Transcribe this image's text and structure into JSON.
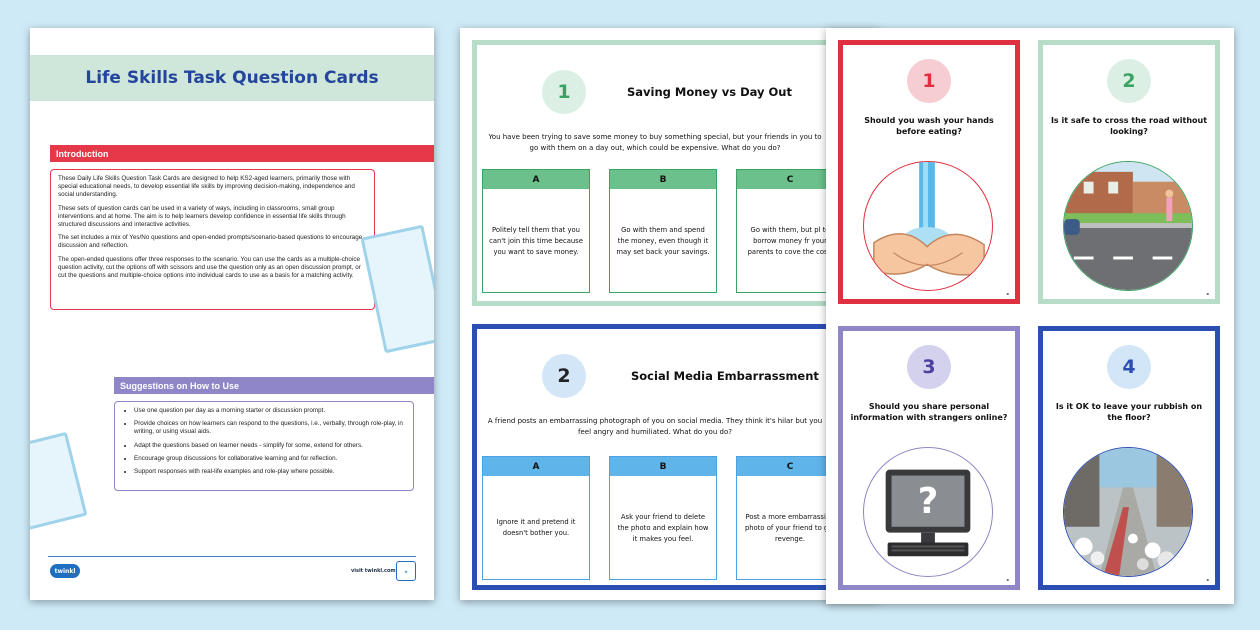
{
  "doc": {
    "title": "Life Skills Task Question Cards",
    "intro_heading": "Introduction",
    "intro_paragraphs": [
      "These Daily Life Skills Question Task Cards are designed to help KS2-aged learners, primarily those with special educational needs, to develop essential life skills by improving decision-making, independence and social understanding.",
      "These sets of question cards can be used in a variety of ways, including in classrooms, small group interventions and at home. The aim is to help learners develop confidence in essential life skills through structured discussions and interactive activities.",
      "The set includes a mix of Yes/No questions and open-ended prompts/scenario-based questions to encourage discussion and reflection.",
      "The open-ended questions offer three responses to the scenario. You can use the cards as a multiple-choice question activity, cut the options off with scissors and use the question only as an open discussion prompt, or cut the questions and multiple-choice options into individual cards to use as a basis for a matching activity."
    ],
    "suggestions_heading": "Suggestions on How to Use",
    "suggestions": [
      "Use one question per day as a morning starter or discussion prompt.",
      "Provide choices on how learners can respond to the questions, i.e., verbally, through role-play, in writing, or using visual aids.",
      "Adapt the questions based on learner needs - simplify for some, extend for others.",
      "Encourage group discussions for collaborative learning and for reflection.",
      "Support responses with real-life examples and role-play where possible."
    ],
    "logo": "twinkl",
    "url": "visit twinkl.com"
  },
  "scenarios": [
    {
      "number": "1",
      "title": "Saving Money vs Day Out",
      "text": "You have been trying to save some money to buy something special, but your friends in you to go with them on a day out, which could be expensive. What do you do?",
      "options": [
        {
          "letter": "A",
          "text": "Politely tell them that you can't join this time because you want to save money."
        },
        {
          "letter": "B",
          "text": "Go with them and spend the money, even though it may set back your savings."
        },
        {
          "letter": "C",
          "text": "Go with them, but pl to borrow money fr your parents to cove the cost."
        }
      ]
    },
    {
      "number": "2",
      "title": "Social Media Embarrassment",
      "text": "A friend posts an embarrassing photograph of you on social media. They think it's hilar but you feel angry and humiliated. What do you do?",
      "options": [
        {
          "letter": "A",
          "text": "Ignore it and pretend it doesn't bother you."
        },
        {
          "letter": "B",
          "text": "Ask your friend to delete the photo and explain how it makes you feel."
        },
        {
          "letter": "C",
          "text": "Post a more embarrassing photo of your friend to get revenge."
        }
      ]
    }
  ],
  "picture_cards": [
    {
      "number": "1",
      "question": "Should you wash your hands before eating?",
      "icon": "hand-washing-icon",
      "color": "#e0303f",
      "circle_color": "#f6cdd3"
    },
    {
      "number": "2",
      "question": "Is it safe to cross the road without looking?",
      "icon": "road-crossing-icon",
      "color": "#b7dcc7",
      "circle_color": "#dcefe4"
    },
    {
      "number": "3",
      "question": "Should you share personal information with strangers online?",
      "icon": "computer-question-icon",
      "color": "#8e86c6",
      "circle_color": "#d4d1ee"
    },
    {
      "number": "4",
      "question": "Is it OK to leave your rubbish on the floor?",
      "icon": "litter-street-icon",
      "color": "#2b4eb3",
      "circle_color": "#d3e6f8"
    }
  ],
  "colors": {
    "scenario1_border": "#b7dcc7",
    "scenario1_option": "#3aa361",
    "scenario2_border": "#2b4eb3",
    "scenario2_option": "#4aa3e0",
    "intro_red": "#e5394a",
    "suggestion_purple": "#8e86c6",
    "title_blue": "#24459c"
  }
}
